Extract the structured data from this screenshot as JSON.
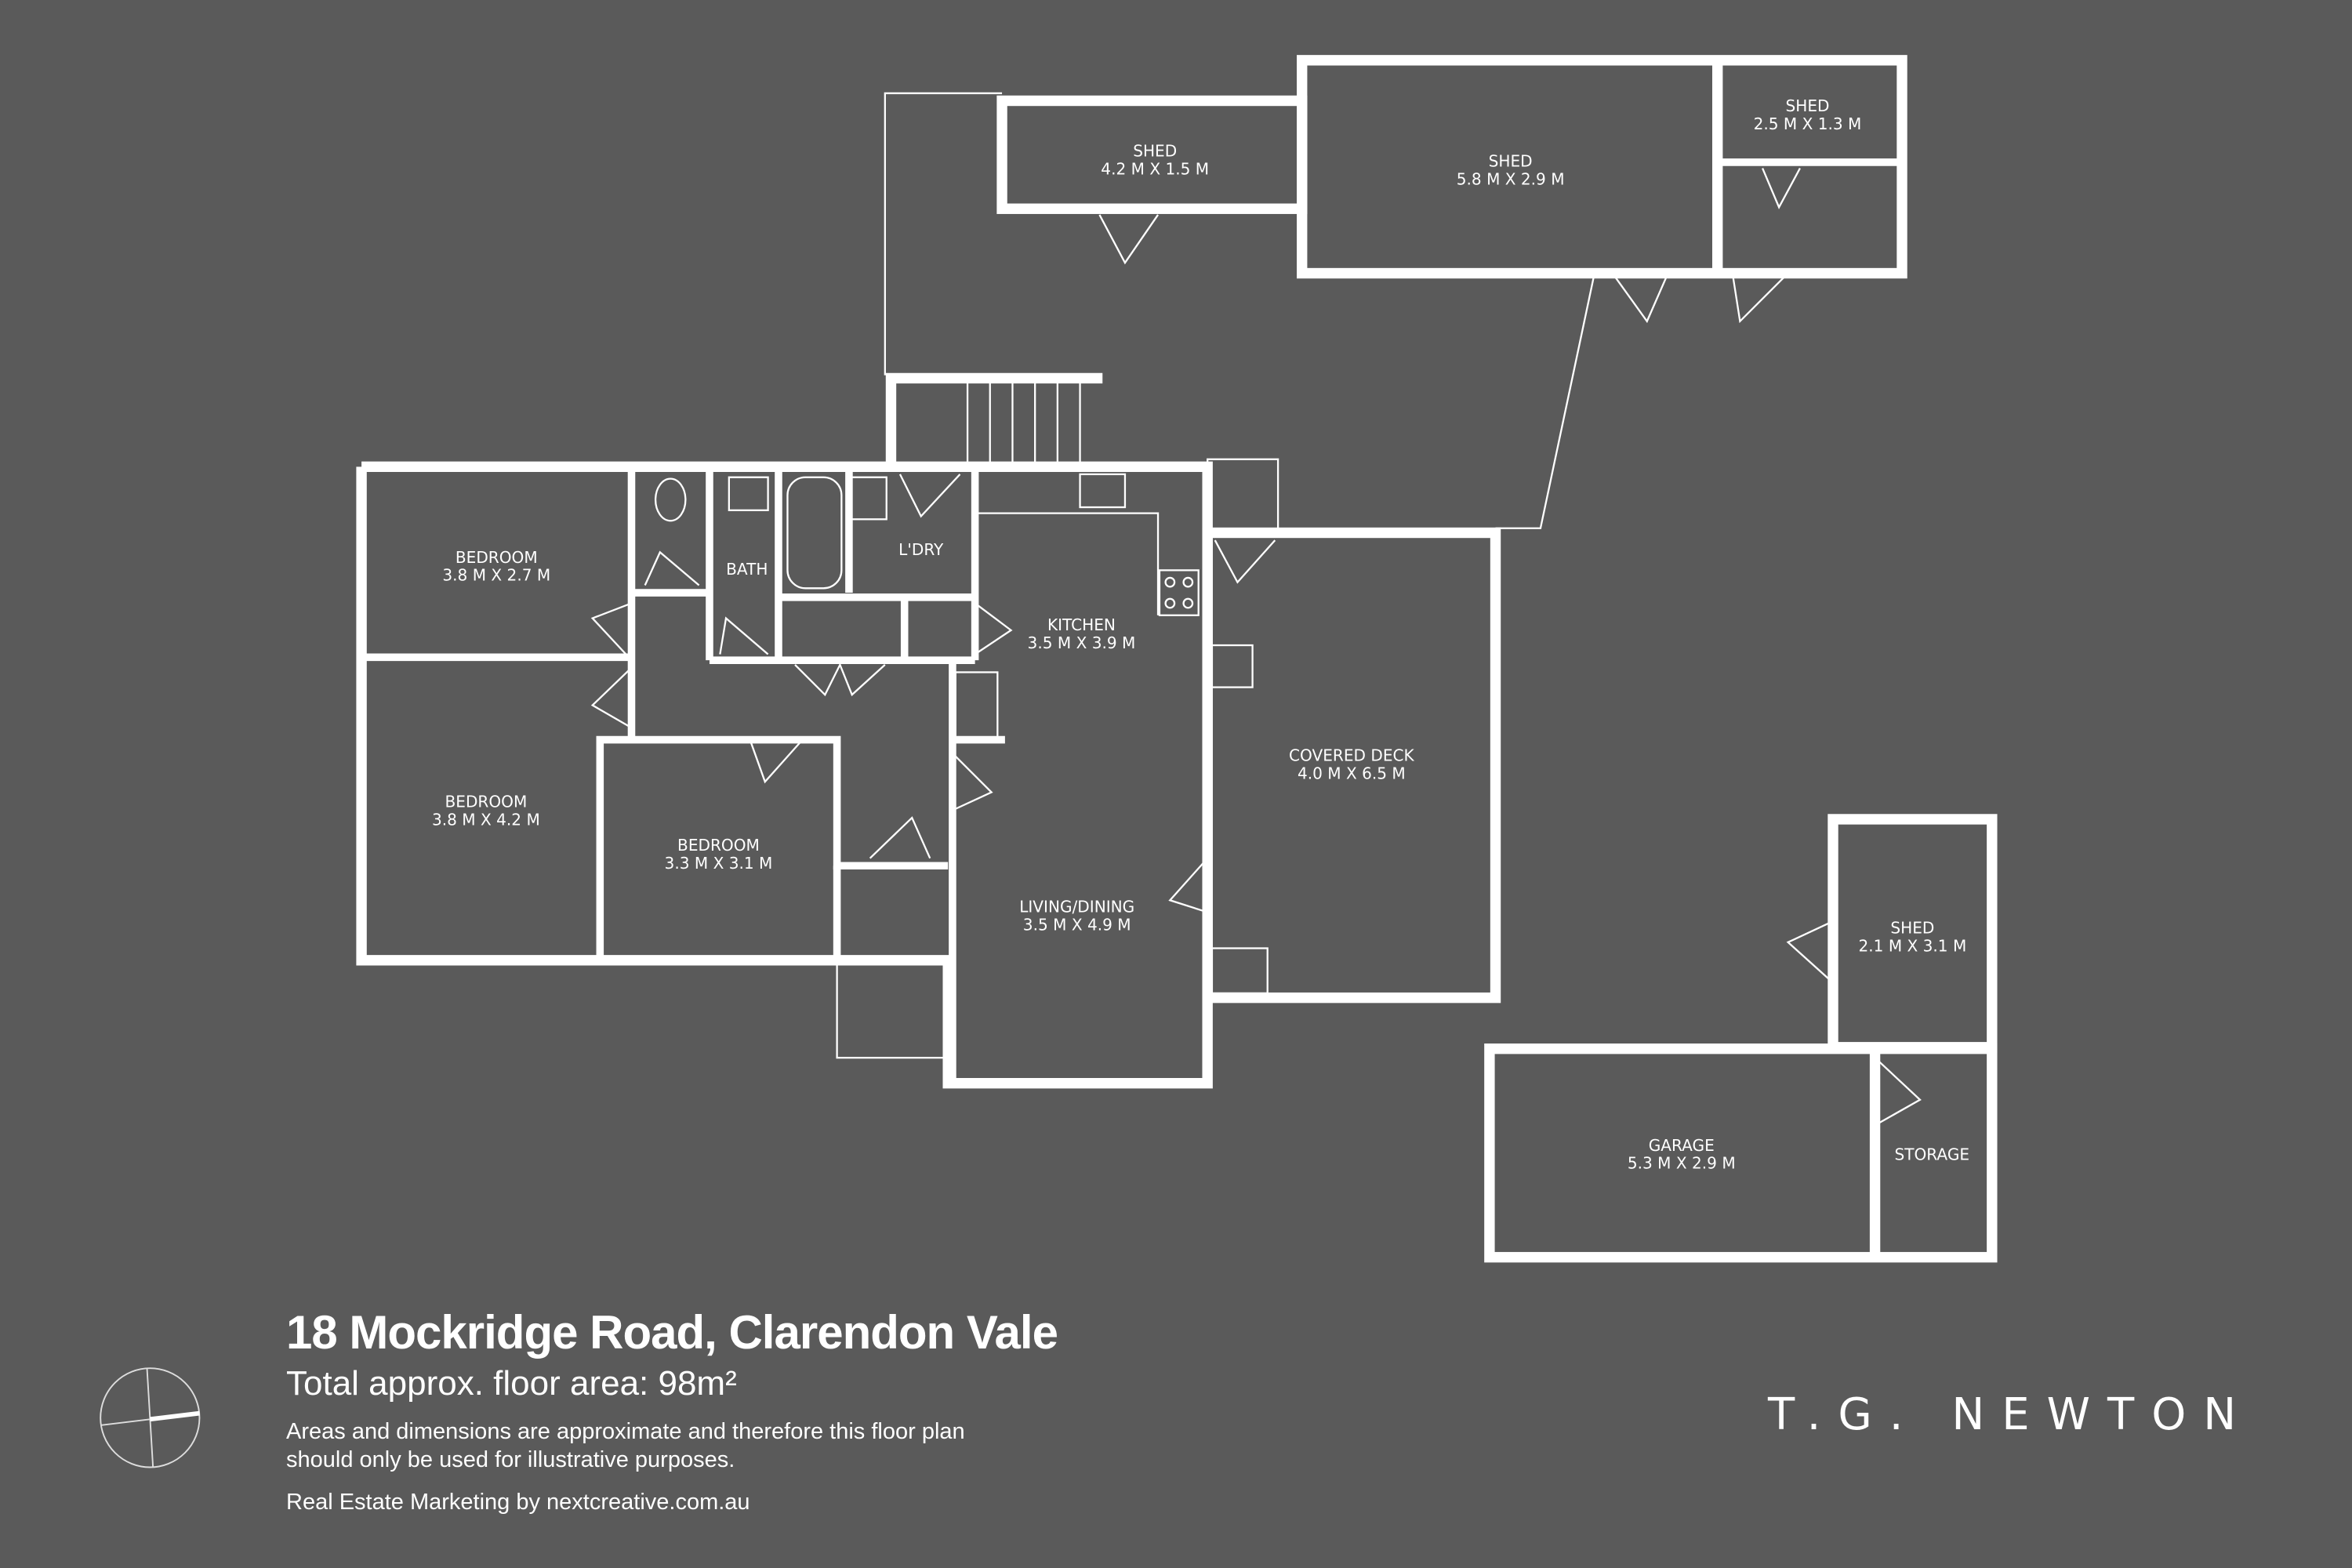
{
  "rooms": {
    "bedroom1": {
      "name": "BEDROOM",
      "dims": "3.8 M X 2.7 M"
    },
    "bedroom2": {
      "name": "BEDROOM",
      "dims": "3.8 M X 4.2 M"
    },
    "bedroom3": {
      "name": "BEDROOM",
      "dims": "3.3 M X 3.1 M"
    },
    "bath": {
      "name": "BATH"
    },
    "laundry": {
      "name": "L'DRY"
    },
    "kitchen": {
      "name": "KITCHEN",
      "dims": "3.5 M X 3.9 M"
    },
    "living": {
      "name": "LIVING/DINING",
      "dims": "3.5 M X 4.9 M"
    },
    "deck": {
      "name": "COVERED DECK",
      "dims": "4.0 M X 6.5 M"
    },
    "shed1": {
      "name": "SHED",
      "dims": "4.2 M X 1.5 M"
    },
    "shed2": {
      "name": "SHED",
      "dims": "5.8 M X 2.9 M"
    },
    "shed3": {
      "name": "SHED",
      "dims": "2.5 M X 1.3 M"
    },
    "shed4": {
      "name": "SHED",
      "dims": "2.1 M X 3.1 M"
    },
    "garage": {
      "name": "GARAGE",
      "dims": "5.3 M X 2.9 M"
    },
    "storage": {
      "name": "STORAGE"
    }
  },
  "info": {
    "address": "18 Mockridge Road, Clarendon Vale",
    "floor_area": "Total approx. floor area: 98m²",
    "disclaimer": "Areas and dimensions are approximate and therefore this floor plan should only be used for illustrative purposes.",
    "credit": "Real Estate Marketing by nextcreative.com.au"
  },
  "brand": "T.G. NEWTON",
  "colors": {
    "background": "#5a5a5a",
    "walls": "#ffffff"
  }
}
